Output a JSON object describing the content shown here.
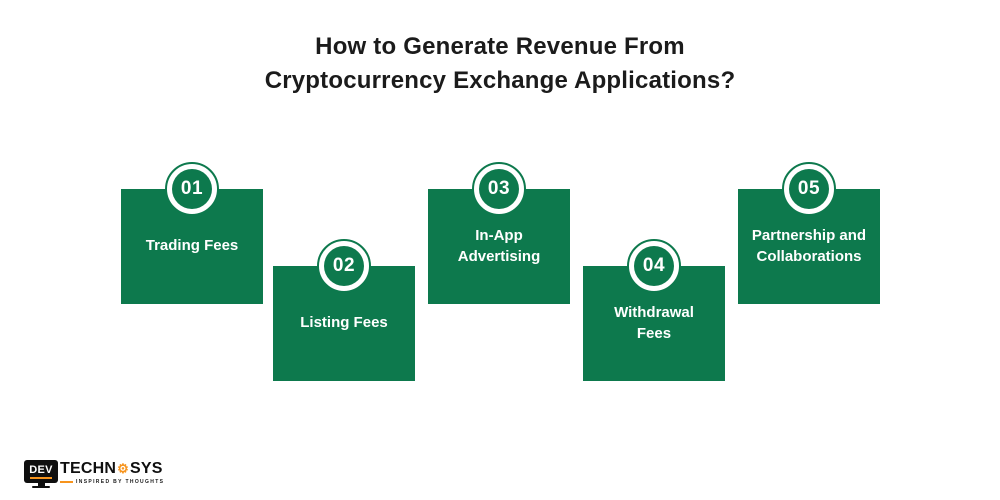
{
  "title": {
    "line1": "How to Generate Revenue From",
    "line2": "Cryptocurrency Exchange Applications?"
  },
  "steps": [
    {
      "number": "01",
      "label": "Trading Fees"
    },
    {
      "number": "02",
      "label": "Listing Fees"
    },
    {
      "number": "03",
      "label": "In-App\nAdvertising"
    },
    {
      "number": "04",
      "label": "Withdrawal\nFees"
    },
    {
      "number": "05",
      "label": "Partnership and\nCollaborations"
    }
  ],
  "colors": {
    "box_green": "#0d794d",
    "title_text": "#1b1b1b",
    "logo_orange": "#f7941d",
    "logo_black": "#0f0f0f",
    "card_text": "#ffffff"
  },
  "logo": {
    "monitor_text": "DEV",
    "brand_left": "TECHN",
    "brand_right": "SYS",
    "tagline": "INSPIRED BY THOUGHTS"
  }
}
